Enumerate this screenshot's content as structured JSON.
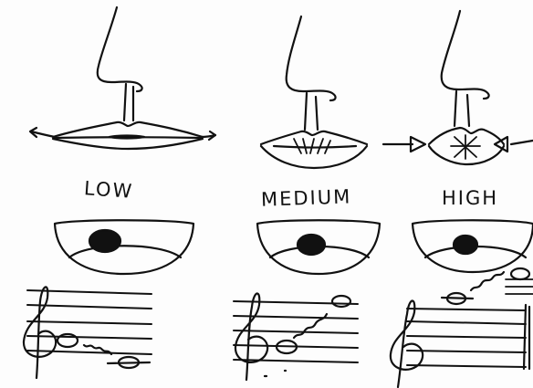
{
  "labels": {
    "low": "LOW",
    "medium": "MEDIUM",
    "high": "HIGH"
  },
  "colors": {
    "ink": "#111111",
    "paper": "#fdfdfd"
  }
}
